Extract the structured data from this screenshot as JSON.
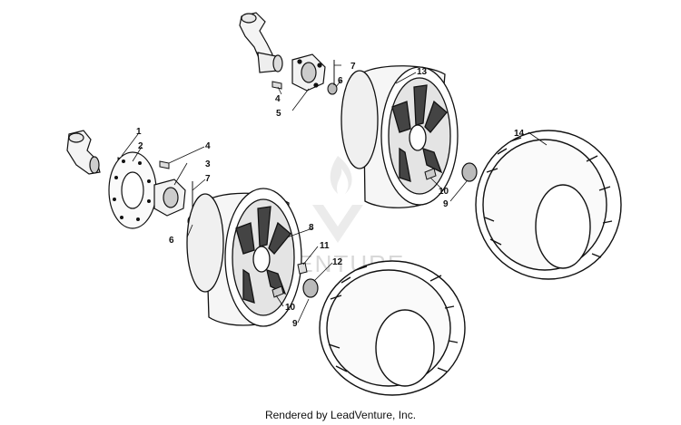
{
  "callouts": {
    "c1": "1",
    "c2": "2",
    "c3": "3",
    "c4a": "4",
    "c4b": "4",
    "c5": "5",
    "c6a": "6",
    "c6b": "6",
    "c7a": "7",
    "c7b": "7",
    "c8": "8",
    "c9a": "9",
    "c9b": "9",
    "c10a": "10",
    "c10b": "10",
    "c11": "11",
    "c12": "12",
    "c13": "13",
    "c14": "14"
  },
  "watermark": {
    "brand": "VENTURE",
    "logo_icon": "flame-v-logo"
  },
  "footer": {
    "text": "Rendered by LeadVenture, Inc."
  },
  "colors": {
    "line": "#111111",
    "watermark": "#d8d8d8"
  }
}
